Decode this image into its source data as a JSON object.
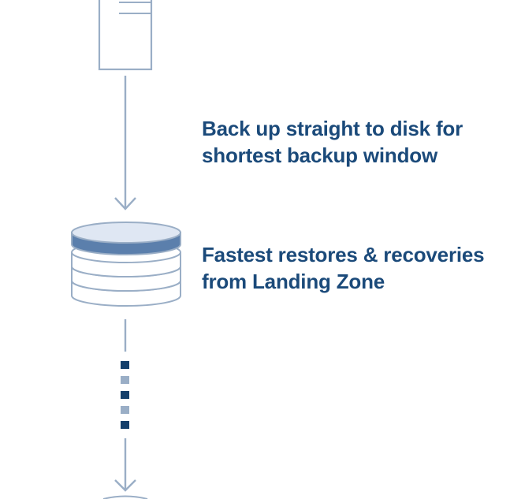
{
  "captions": {
    "backup": {
      "line1": "Back up straight to disk for",
      "line2": "shortest backup window"
    },
    "restore": {
      "line1": "Fastest restores & recoveries",
      "line2": "from Landing Zone"
    }
  },
  "colors": {
    "text": "#1b4a7a",
    "outline": "#9aaec6",
    "disk_top": "#dfe7f3",
    "disk_band": "#5b7fac",
    "dot_dark": "#143f6b",
    "dot_light": "#9aaec6",
    "background": "#ffffff"
  },
  "icons": {
    "source": "server-icon",
    "landing_zone": "disk-stack-icon",
    "arrow": "arrow-down-icon"
  }
}
